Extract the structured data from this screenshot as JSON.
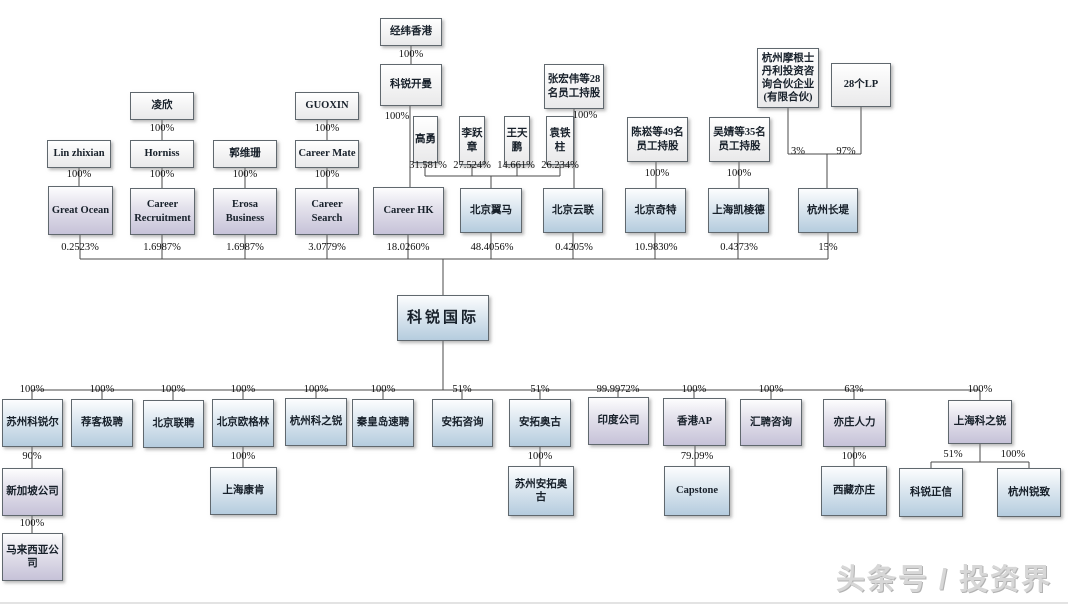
{
  "watermark": "头条号 / 投资界",
  "colors": {
    "box_blue_bottom": "#b5ccde",
    "box_purple_bottom": "#c6c2d8",
    "box_plain_bottom": "#e9e9ea",
    "box_border": "#60686e",
    "connector_line": "#4a4a4a"
  },
  "diagram": {
    "root_label": "科锐国际",
    "nodes": [
      {
        "id": "jingwei_hk",
        "label": "经纬香港",
        "variant": "plain"
      },
      {
        "id": "kerui_kaiman",
        "label": "科锐开曼",
        "variant": "plain"
      },
      {
        "id": "lingxin",
        "label": "凌欣",
        "variant": "plain"
      },
      {
        "id": "guoxin",
        "label": "GUOXIN",
        "variant": "plain"
      },
      {
        "id": "lin_zhixian",
        "label": "Lin zhixian",
        "variant": "plain"
      },
      {
        "id": "horniss",
        "label": "Horniss",
        "variant": "plain"
      },
      {
        "id": "guo_weishan",
        "label": "郭维珊",
        "variant": "plain"
      },
      {
        "id": "career_mate",
        "label": "Career Mate",
        "variant": "plain"
      },
      {
        "id": "gao_yong",
        "label": "高勇",
        "variant": "plain vertical"
      },
      {
        "id": "li_yuezhang",
        "label": "李跃章",
        "variant": "plain vertical"
      },
      {
        "id": "wang_tianpeng",
        "label": "王天鹏",
        "variant": "plain vertical"
      },
      {
        "id": "yuan_tiezhu",
        "label": "袁铁柱",
        "variant": "plain vertical"
      },
      {
        "id": "zhang_hongwei",
        "label": "张宏伟等28名员工持股",
        "variant": "plain"
      },
      {
        "id": "chen_song",
        "label": "陈崧等49名员工持股",
        "variant": "plain"
      },
      {
        "id": "wu_jing",
        "label": "吴婧等35名员工持股",
        "variant": "plain"
      },
      {
        "id": "hz_morgan",
        "label": "杭州摩根士丹利投资咨询合伙企业(有限合伙)",
        "variant": "plain"
      },
      {
        "id": "lp_28",
        "label": "28个LP",
        "variant": "plain"
      },
      {
        "id": "great_ocean",
        "label": "Great Ocean",
        "variant": "purple"
      },
      {
        "id": "career_recruitment",
        "label": "Career Recruitment",
        "variant": "purple"
      },
      {
        "id": "erosa_business",
        "label": "Erosa Business",
        "variant": "purple"
      },
      {
        "id": "career_search",
        "label": "Career Search",
        "variant": "purple"
      },
      {
        "id": "career_hk",
        "label": "Career HK",
        "variant": "purple"
      },
      {
        "id": "bj_yima",
        "label": "北京翼马",
        "variant": "blue"
      },
      {
        "id": "bj_yunlian",
        "label": "北京云联",
        "variant": "blue"
      },
      {
        "id": "bj_qite",
        "label": "北京奇特",
        "variant": "blue"
      },
      {
        "id": "sh_kailengde",
        "label": "上海凯棱德",
        "variant": "blue"
      },
      {
        "id": "hz_changdi",
        "label": "杭州长堤",
        "variant": "blue"
      },
      {
        "id": "kerui_intl",
        "label": "科锐国际",
        "variant": "blue big"
      },
      {
        "id": "sz_keruier",
        "label": "苏州科锐尔",
        "variant": "blue"
      },
      {
        "id": "jianke_jipin",
        "label": "荐客极聘",
        "variant": "blue"
      },
      {
        "id": "bj_lianpin",
        "label": "北京联聘",
        "variant": "blue"
      },
      {
        "id": "bj_ougelin",
        "label": "北京欧格林",
        "variant": "blue"
      },
      {
        "id": "hz_kezhirui",
        "label": "杭州科之锐",
        "variant": "blue"
      },
      {
        "id": "qhd_supin",
        "label": "秦皇岛速聘",
        "variant": "blue"
      },
      {
        "id": "antuo_zixun",
        "label": "安拓咨询",
        "variant": "blue"
      },
      {
        "id": "antuo_aogu",
        "label": "安拓奥古",
        "variant": "blue"
      },
      {
        "id": "yindu_gongsi",
        "label": "印度公司",
        "variant": "purple"
      },
      {
        "id": "hk_ap",
        "label": "香港AP",
        "variant": "purple"
      },
      {
        "id": "huipin_zixun",
        "label": "汇聘咨询",
        "variant": "purple"
      },
      {
        "id": "yizhuang_renli",
        "label": "亦庄人力",
        "variant": "purple"
      },
      {
        "id": "sh_kezhirui",
        "label": "上海科之锐",
        "variant": "purple"
      },
      {
        "id": "singapore",
        "label": "新加坡公司",
        "variant": "purple"
      },
      {
        "id": "malaysia",
        "label": "马来西亚公司",
        "variant": "purple"
      },
      {
        "id": "sh_kangken",
        "label": "上海康肯",
        "variant": "blue"
      },
      {
        "id": "sz_antuo_aogu",
        "label": "苏州安拓奥古",
        "variant": "blue"
      },
      {
        "id": "capstone",
        "label": "Capstone",
        "variant": "blue"
      },
      {
        "id": "xz_yizhuang",
        "label": "西藏亦庄",
        "variant": "blue"
      },
      {
        "id": "kerui_zhengxin",
        "label": "科锐正信",
        "variant": "blue"
      },
      {
        "id": "hz_ruizhi",
        "label": "杭州锐致",
        "variant": "blue"
      }
    ],
    "ownership_labels": [
      {
        "id": "jingwei_kaiman",
        "text": "100%"
      },
      {
        "id": "kaiman_careerhk",
        "text": "100%"
      },
      {
        "id": "lingxin_horniss",
        "text": "100%"
      },
      {
        "id": "guoxin_careermate",
        "text": "100%"
      },
      {
        "id": "linzhixian_greatocean",
        "text": "100%"
      },
      {
        "id": "horniss_careerrec",
        "text": "100%"
      },
      {
        "id": "guoweishan_erosa",
        "text": "100%"
      },
      {
        "id": "careermate_careersearch",
        "text": "100%"
      },
      {
        "id": "gaoyong_yima",
        "text": "31.581%"
      },
      {
        "id": "liyuezhang_yima",
        "text": "27.524%"
      },
      {
        "id": "wangtianpeng_yima",
        "text": "14.661%"
      },
      {
        "id": "yuantiezhu_yima",
        "text": "26.234%"
      },
      {
        "id": "zhanghongwei_yunlian",
        "text": "100%"
      },
      {
        "id": "chensong_qite",
        "text": "100%"
      },
      {
        "id": "wujing_kailengde",
        "text": "100%"
      },
      {
        "id": "morgan_changdi",
        "text": "3%"
      },
      {
        "id": "lp_changdi",
        "text": "97%"
      },
      {
        "id": "greatocean_kerui",
        "text": "0.2523%"
      },
      {
        "id": "careerrec_kerui",
        "text": "1.6987%"
      },
      {
        "id": "erosa_kerui",
        "text": "1.6987%"
      },
      {
        "id": "careersearch_kerui",
        "text": "3.0779%"
      },
      {
        "id": "careerhk_kerui",
        "text": "18.0260%"
      },
      {
        "id": "yima_kerui",
        "text": "48.4056%"
      },
      {
        "id": "yunlian_kerui",
        "text": "0.4205%"
      },
      {
        "id": "qite_kerui",
        "text": "10.9830%"
      },
      {
        "id": "kailengde_kerui",
        "text": "0.4373%"
      },
      {
        "id": "changdi_kerui",
        "text": "15%"
      },
      {
        "id": "kerui_szkeruier",
        "text": "100%"
      },
      {
        "id": "kerui_jianke",
        "text": "100%"
      },
      {
        "id": "kerui_bjlianpin",
        "text": "100%"
      },
      {
        "id": "kerui_ougelin",
        "text": "100%"
      },
      {
        "id": "kerui_hzkezhirui",
        "text": "100%"
      },
      {
        "id": "kerui_qhd",
        "text": "100%"
      },
      {
        "id": "kerui_antuozixun",
        "text": "51%"
      },
      {
        "id": "kerui_antuoaogu",
        "text": "51%"
      },
      {
        "id": "kerui_yindu",
        "text": "99.9972%"
      },
      {
        "id": "kerui_hkap",
        "text": "100%"
      },
      {
        "id": "kerui_huipin",
        "text": "100%"
      },
      {
        "id": "kerui_yizhuang",
        "text": "63%"
      },
      {
        "id": "kerui_shkezhirui",
        "text": "100%"
      },
      {
        "id": "szkeruier_singapore",
        "text": "90%"
      },
      {
        "id": "singapore_malaysia",
        "text": "100%"
      },
      {
        "id": "ougelin_kangken",
        "text": "100%"
      },
      {
        "id": "antuoaogu_sz",
        "text": "100%"
      },
      {
        "id": "hkap_capstone",
        "text": "79.09%"
      },
      {
        "id": "yizhuang_xizang",
        "text": "100%"
      },
      {
        "id": "shkezhirui_zhengxin",
        "text": "51%"
      },
      {
        "id": "shkezhirui_ruizhi",
        "text": "100%"
      }
    ]
  }
}
